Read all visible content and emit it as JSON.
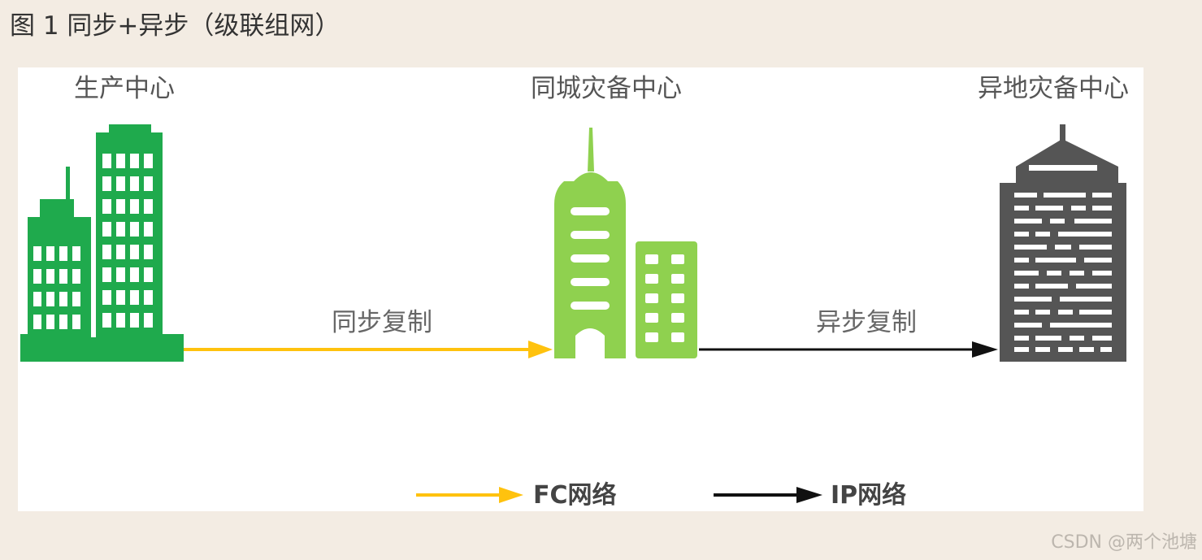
{
  "caption": "图 1 同步+异步（级联组网）",
  "sites": {
    "production": "生产中心",
    "same_city_dr": "同城灾备中心",
    "remote_dr": "异地灾备中心"
  },
  "links": {
    "sync": "同步复制",
    "async": "异步复制"
  },
  "legend": {
    "fc": "FC网络",
    "ip": "IP网络"
  },
  "colors": {
    "production_building": "#1faa4d",
    "same_city_building": "#8fd14f",
    "remote_building": "#555555",
    "fc_line": "#ffc20e",
    "ip_line": "#111111"
  },
  "watermark": "CSDN @两个池塘"
}
